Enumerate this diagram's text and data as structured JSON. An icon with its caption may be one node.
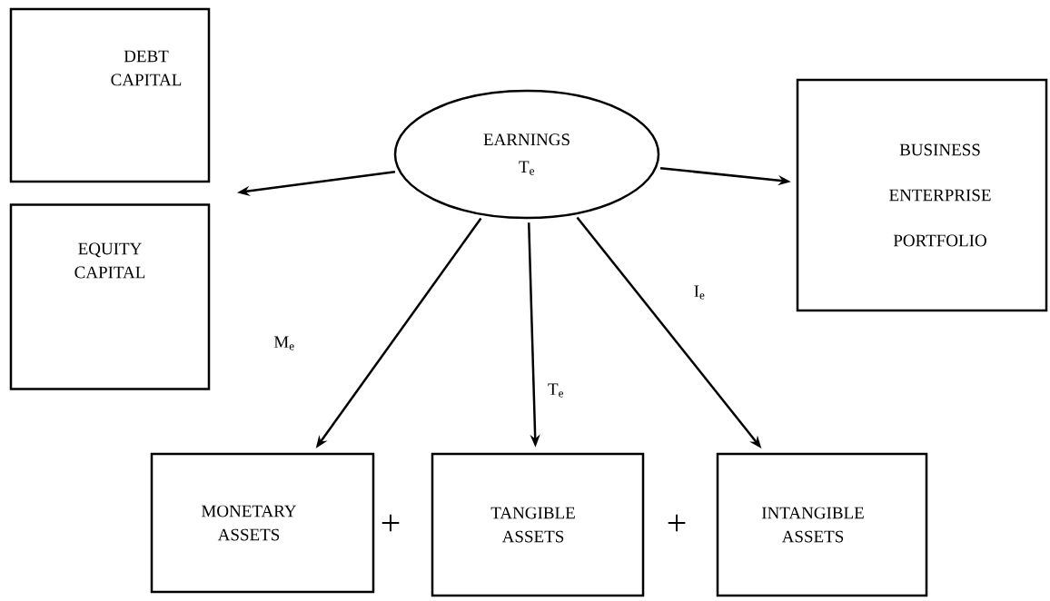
{
  "diagram": {
    "nodes": [
      {
        "text": [
          "DEBT CAPITAL"
        ]
      },
      {
        "text": [
          "EQUITY CAPITAL"
        ]
      },
      {
        "text": [
          "EARNINGS",
          "T$_{e}$"
        ]
      },
      {
        "text": [
          "BUSINESS ENTERPRISE PORTFOLIO"
        ]
      },
      {
        "text": [
          "MONETARY ASSETS"
        ]
      },
      {
        "text": [
          "TANGIBLE ASSETS"
        ]
      },
      {
        "text": [
          "INTANGIBLE ASSETS"
        ]
      }
    ],
    "edges": [
      {
        "from": 2,
        "to": null,
        "arrow": "to"
      },
      {
        "from": 2,
        "to": 3,
        "arrow": "to"
      },
      {
        "from": 2,
        "to": 4,
        "arrow": "to",
        "label": "M$_{e}$"
      },
      {
        "from": 2,
        "to": 5,
        "arrow": "to",
        "label": "T$_{e}$"
      },
      {
        "from": 2,
        "to": 6,
        "arrow": "to",
        "label": "I$_{e}$"
      }
    ],
    "labels": [
      "+",
      "+"
    ]
  }
}
